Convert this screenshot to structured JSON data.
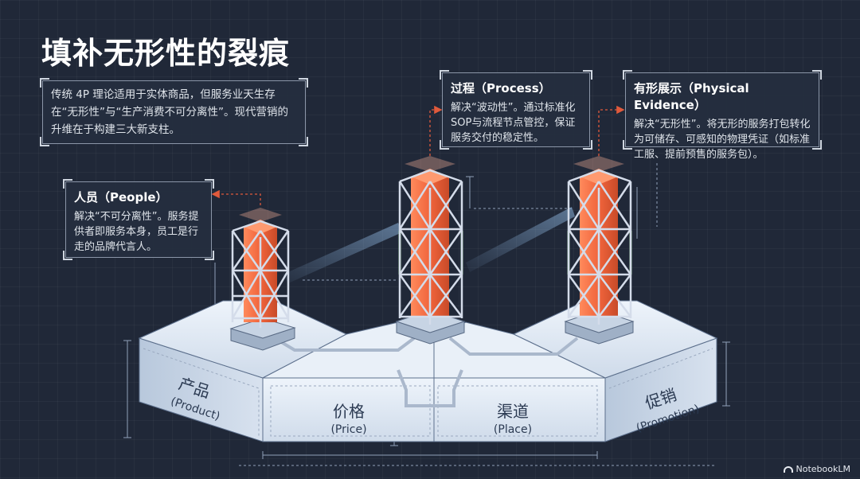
{
  "title": "填补无形性的裂痕",
  "intro": {
    "text": "传统 4P 理论适用于实体商品，但服务业天生存在“无形性”与“生产消费不可分离性”。现代营销的升维在于构建三大新支柱。"
  },
  "pillars": [
    {
      "title": "人员（People）",
      "text": "解决“不可分离性”。服务提供者即服务本身，员工是行走的品牌代言人。"
    },
    {
      "title": "过程（Process）",
      "text": "解决“波动性”。通过标准化SOP与流程节点管控，保证服务交付的稳定性。"
    },
    {
      "title": "有形展示（Physical Evidence）",
      "text": "解决“无形性”。将无形的服务打包转化为可储存、可感知的物理凭证（如标准工服、提前预售的服务包）。"
    }
  ],
  "bases": [
    {
      "cn": "产品",
      "en": "(Product)"
    },
    {
      "cn": "价格",
      "en": "(Price)"
    },
    {
      "cn": "渠道",
      "en": "(Place)"
    },
    {
      "cn": "促销",
      "en": "(Promotion)"
    }
  ],
  "brand": "NotebookLM",
  "colors": {
    "background": "#202838",
    "pillar_core": "#f0643c",
    "steel_frame": "#d4dcea",
    "green_brace": "#7fb276",
    "leader_arrow": "#e05a3c",
    "block_face": "#e6eef8"
  }
}
